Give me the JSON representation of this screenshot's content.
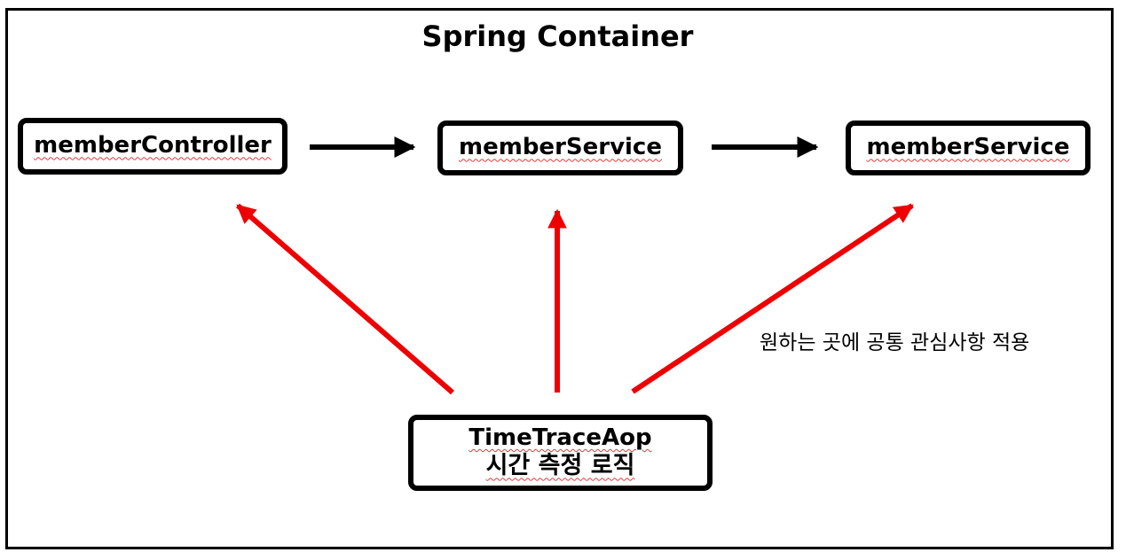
{
  "title": "Spring Container",
  "nodes": {
    "member_controller": "memberController",
    "member_service_1": "memberService",
    "member_service_2": "memberService",
    "aop_name": "TimeTraceAop",
    "aop_desc": "시간 측정 로직"
  },
  "note": "원하는 곳에 공통 관심사항 적용",
  "colors": {
    "flow_arrow": "#000000",
    "aop_arrow": "#ee0000",
    "border": "#000000"
  }
}
